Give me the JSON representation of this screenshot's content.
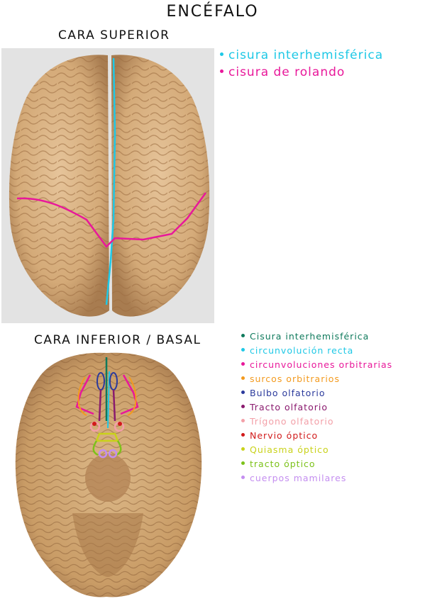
{
  "title": "ENCÉFALO",
  "sections": {
    "superior": {
      "label": "CARA SUPERIOR",
      "legend": [
        {
          "text": "cisura interhemisférica",
          "color": "#1ec8e6"
        },
        {
          "text": "cisura de rolando",
          "color": "#e8189a"
        }
      ]
    },
    "inferior": {
      "label": "CARA INFERIOR / BASAL",
      "legend": [
        {
          "text": "Cisura interhemisférica",
          "color": "#0f7a5c"
        },
        {
          "text": "circunvolución recta",
          "color": "#1ec8e6"
        },
        {
          "text": "circunvoluciones orbitrarias",
          "color": "#e8189a"
        },
        {
          "text": "surcos orbitrarios",
          "color": "#f39a1e"
        },
        {
          "text": "Bulbo olfatorio",
          "color": "#2b3a9c"
        },
        {
          "text": "Tracto olfatorio",
          "color": "#8a1a6e"
        },
        {
          "text": "Trígono olfatorio",
          "color": "#f3a0a8"
        },
        {
          "text": "Nervio óptico",
          "color": "#d11a1a"
        },
        {
          "text": "Quiasma óptico",
          "color": "#c9d21a"
        },
        {
          "text": "tracto óptico",
          "color": "#7cc21a"
        },
        {
          "text": "cuerpos mamilares",
          "color": "#c48ef0"
        }
      ]
    }
  }
}
